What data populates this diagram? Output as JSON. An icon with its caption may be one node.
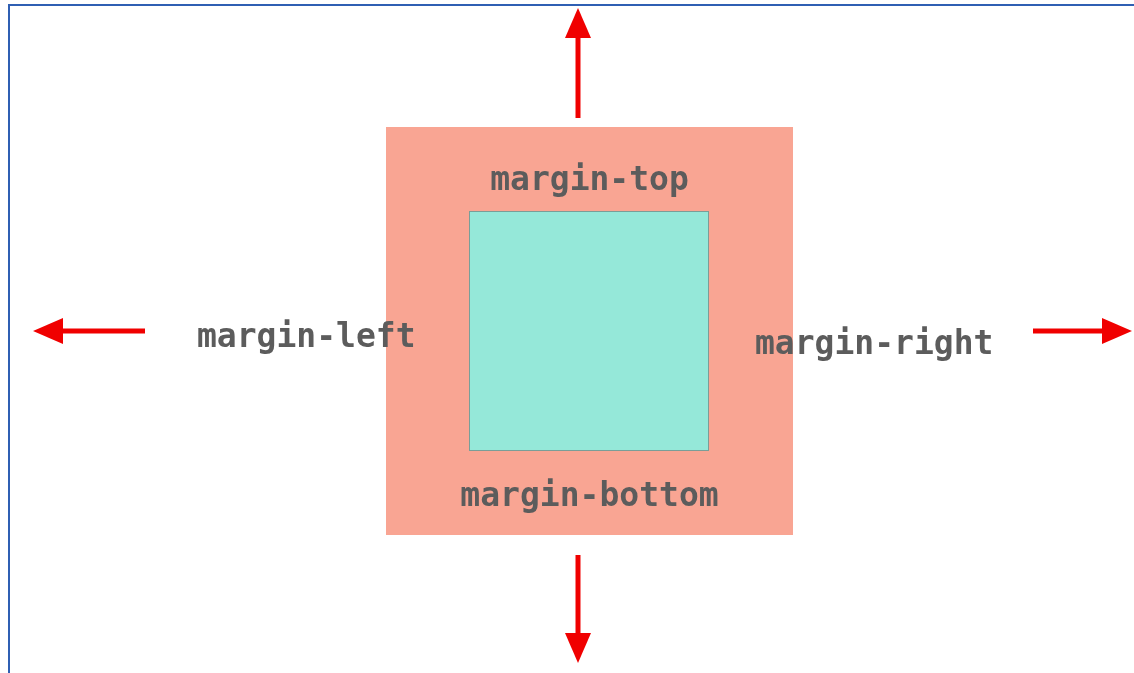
{
  "diagram": {
    "nodes": [
      {
        "text": [
          "margin-top",
          "margin-bottom"
        ]
      },
      {
        "text": [],
        "shape": "box",
        "in": 0
      }
    ],
    "edges": [],
    "labels": [
      "margin-left",
      "margin-right"
    ]
  }
}
